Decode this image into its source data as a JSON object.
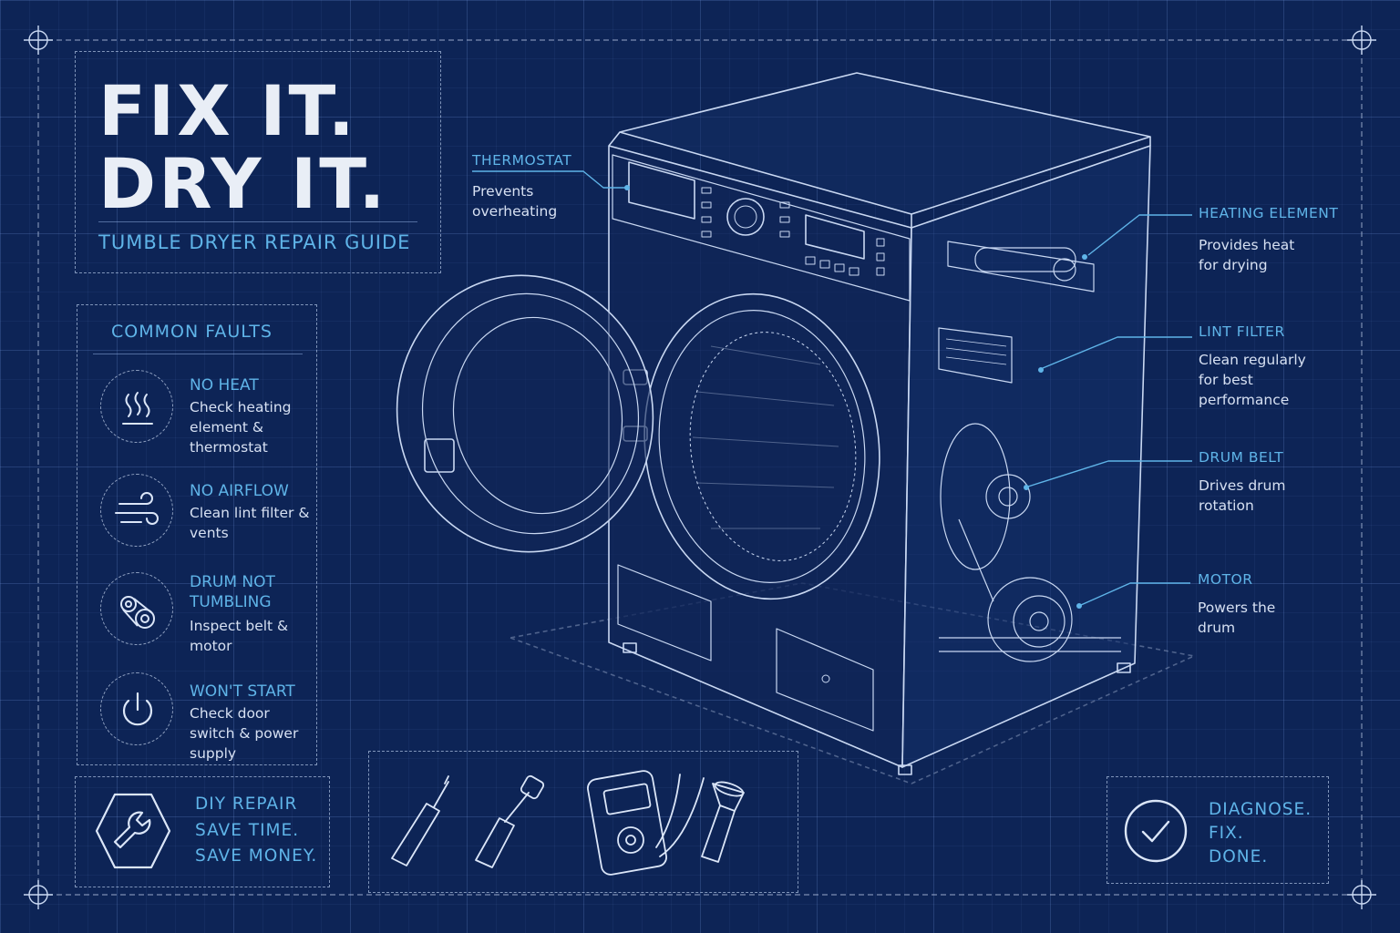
{
  "title": {
    "line1": "FIX IT.",
    "line2": "DRY IT.",
    "subtitle": "TUMBLE DRYER REPAIR GUIDE"
  },
  "faults": {
    "heading": "COMMON FAULTS",
    "items": [
      {
        "title": "NO HEAT",
        "desc": "Check heating element & thermostat",
        "icon": "heat-waves-icon"
      },
      {
        "title": "NO AIRFLOW",
        "desc": "Clean lint filter & vents",
        "icon": "airflow-icon"
      },
      {
        "title": "DRUM NOT TUMBLING",
        "desc": "Inspect belt & motor",
        "icon": "belt-pulley-icon"
      },
      {
        "title": "WON'T START",
        "desc": "Check door switch & power supply",
        "icon": "power-icon"
      }
    ]
  },
  "callouts": [
    {
      "title": "THERMOSTAT",
      "desc": "Prevents overheating"
    },
    {
      "title": "HEATING ELEMENT",
      "desc": "Provides heat for drying"
    },
    {
      "title": "LINT FILTER",
      "desc": "Clean regularly for best performance"
    },
    {
      "title": "DRUM BELT",
      "desc": "Drives drum rotation"
    },
    {
      "title": "MOTOR",
      "desc": "Powers the drum"
    }
  ],
  "diy": {
    "icon": "wrench-icon",
    "lines": [
      "DIY REPAIR",
      "SAVE TIME.",
      "SAVE MONEY."
    ]
  },
  "tools": [
    "screwdriver-icon",
    "nut-driver-icon",
    "multimeter-icon",
    "flashlight-icon"
  ],
  "done": {
    "icon": "checkmark-icon",
    "lines": [
      "DIAGNOSE.",
      "FIX.",
      "DONE."
    ]
  },
  "colors": {
    "background": "#0d2456",
    "accent": "#5fb4e8",
    "line": "#c9d8f2",
    "title": "#e9eef6"
  }
}
